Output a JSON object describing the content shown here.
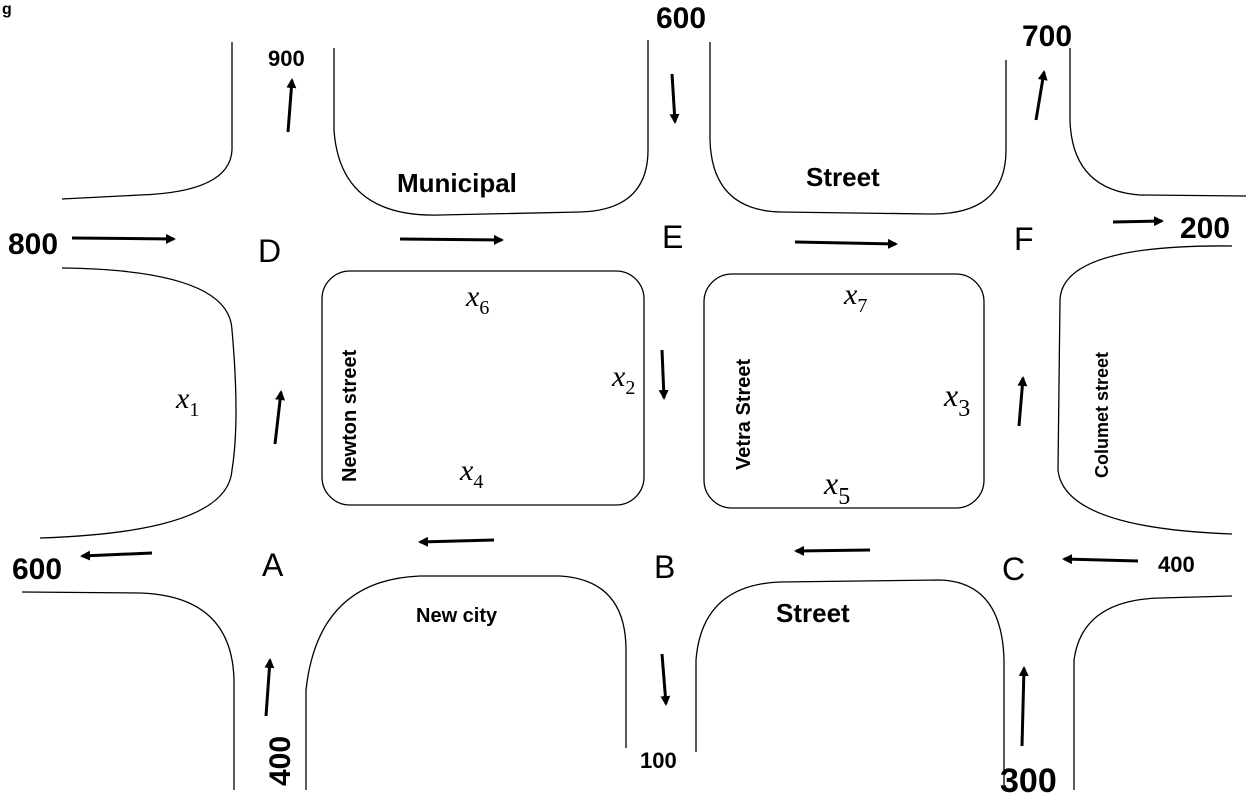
{
  "caption": "g",
  "nodes": {
    "A": "A",
    "B": "B",
    "C": "C",
    "D": "D",
    "E": "E",
    "F": "F"
  },
  "streets": {
    "municipal": "Municipal",
    "street_top": "Street",
    "new_city": "New city",
    "street_bottom": "Street",
    "newton": "Newton street",
    "vetra": "Vetra Street",
    "columet": "Columet street"
  },
  "flows": {
    "d_out_top": "900",
    "e_in_top": "600",
    "f_out_top": "700",
    "d_in_left": "800",
    "f_out_right": "200",
    "a_out_left": "600",
    "c_in_right": "400",
    "a_in_bottom": "400",
    "b_out_bottom": "100",
    "c_in_bottom": "300"
  },
  "variables": {
    "x1": {
      "base": "x",
      "sub": "1"
    },
    "x2": {
      "base": "x",
      "sub": "2"
    },
    "x3": {
      "base": "x",
      "sub": "3"
    },
    "x4": {
      "base": "x",
      "sub": "4"
    },
    "x5": {
      "base": "x",
      "sub": "5"
    },
    "x6": {
      "base": "x",
      "sub": "6"
    },
    "x7": {
      "base": "x",
      "sub": "7"
    }
  }
}
